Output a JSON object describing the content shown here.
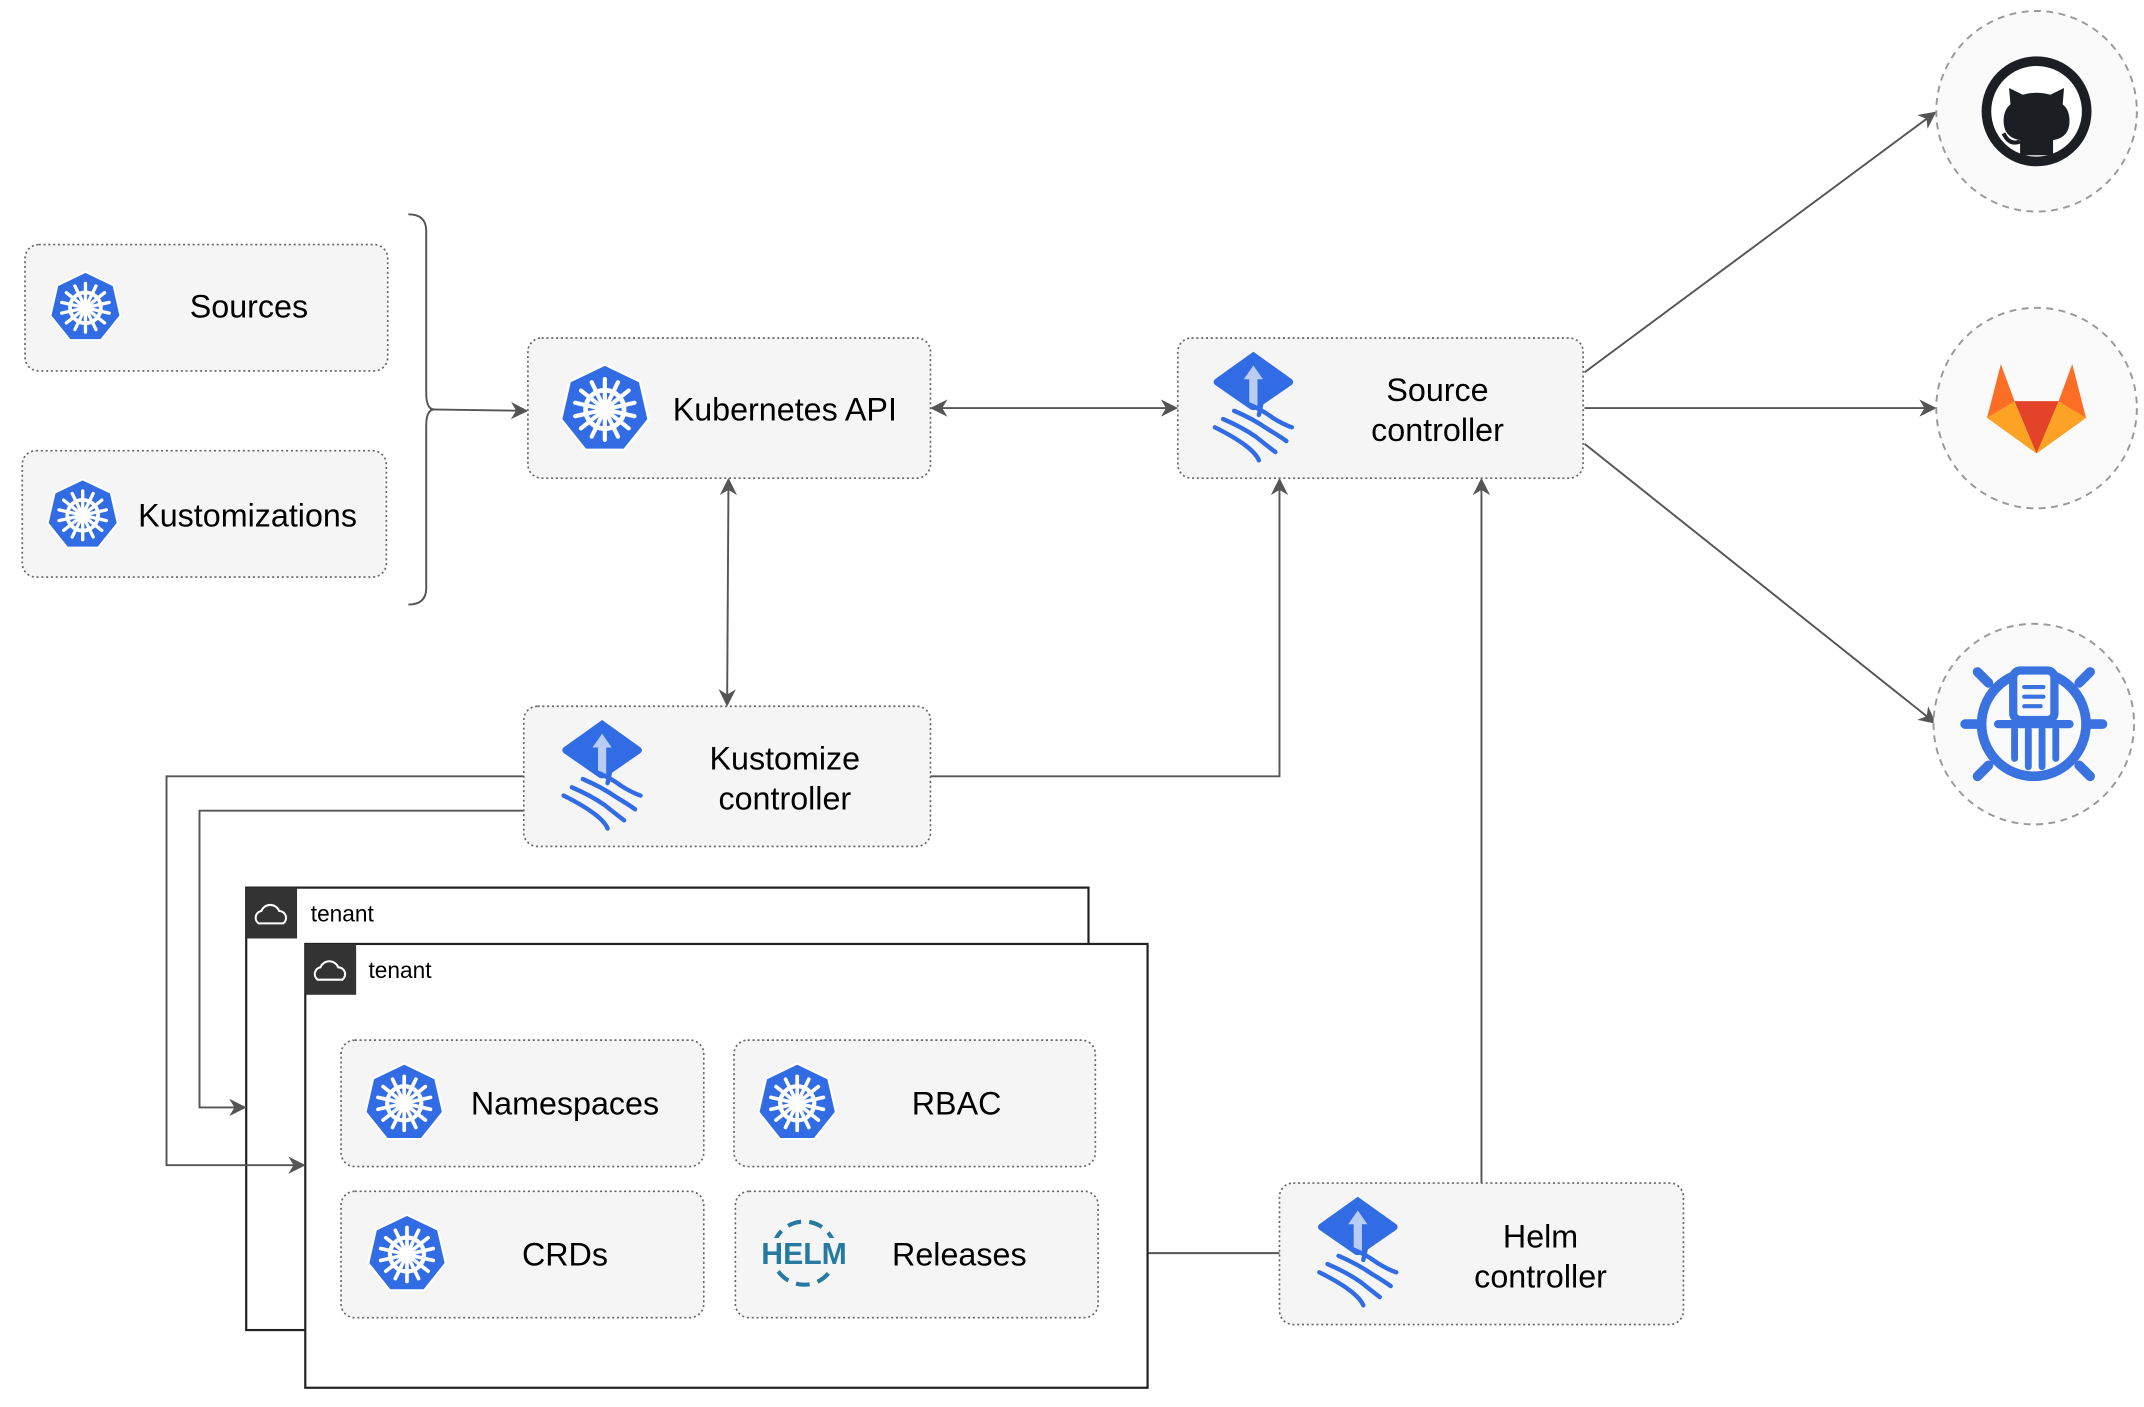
{
  "colors": {
    "kubernetes_blue": "#326CE5",
    "flux_blue": "#326CE5",
    "github_dark": "#1B1F23",
    "gitlab_orange": "#E24329",
    "helm_blue": "#277A9F",
    "harbor_blue": "#3A73E0",
    "tenant_header": "#333333"
  },
  "nodes": {
    "sources": {
      "label": "Sources",
      "icon": "kubernetes-icon"
    },
    "kustomizations": {
      "label": "Kustomizations",
      "icon": "kubernetes-icon"
    },
    "kubernetes_api": {
      "label": "Kubernetes API",
      "icon": "kubernetes-icon"
    },
    "source_controller": {
      "line1": "Source",
      "line2": "controller",
      "icon": "flux-icon"
    },
    "kustomize_controller": {
      "line1": "Kustomize",
      "line2": "controller",
      "icon": "flux-icon"
    },
    "helm_controller": {
      "line1": "Helm",
      "line2": "controller",
      "icon": "flux-icon"
    },
    "namespaces": {
      "label": "Namespaces",
      "icon": "kubernetes-icon"
    },
    "rbac": {
      "label": "RBAC",
      "icon": "kubernetes-icon"
    },
    "crds": {
      "label": "CRDs",
      "icon": "kubernetes-icon"
    },
    "releases": {
      "label": "Releases",
      "icon": "helm-icon",
      "icon_text": "HELM"
    }
  },
  "tenants": [
    {
      "label": "tenant",
      "icon": "cloud-icon"
    },
    {
      "label": "tenant",
      "icon": "cloud-icon"
    }
  ],
  "external": [
    {
      "name": "github",
      "icon": "github-icon"
    },
    {
      "name": "gitlab",
      "icon": "gitlab-icon"
    },
    {
      "name": "harbor",
      "icon": "harbor-icon"
    }
  ]
}
